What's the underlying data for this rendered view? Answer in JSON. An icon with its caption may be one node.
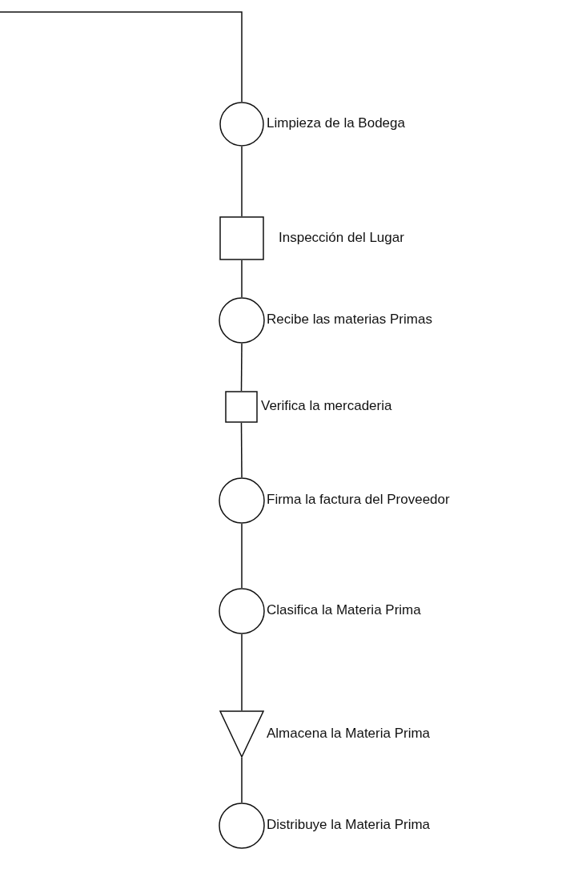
{
  "diagram": {
    "nodes": [
      {
        "text": [],
        "shape": "circle",
        "beside": [
          "Limpieza de la Bodega"
        ]
      },
      {
        "text": [],
        "shape": "box",
        "beside": [
          "Inspección del Lugar"
        ]
      },
      {
        "text": [],
        "shape": "circle",
        "beside": [
          "Recibe las materias Primas"
        ]
      },
      {
        "text": [],
        "shape": "box",
        "beside": [
          "Verifica la mercaderia"
        ]
      },
      {
        "text": [],
        "shape": "circle",
        "beside": [
          "Firma la factura del Proveedor"
        ]
      },
      {
        "text": [],
        "shape": "circle",
        "beside": [
          "Clasifica la Materia Prima"
        ]
      },
      {
        "text": [],
        "shape": "triangle",
        "beside": [
          "Almacena la Materia Prima"
        ]
      },
      {
        "text": [],
        "shape": "circle",
        "beside": [
          "Distribuye la Materia Prima"
        ]
      }
    ],
    "edges": [
      {
        "from": null,
        "to": 0,
        "arrow": "none"
      },
      {
        "from": 0,
        "to": 1,
        "arrow": "none"
      },
      {
        "from": 1,
        "to": 2,
        "arrow": "none"
      },
      {
        "from": 2,
        "to": 3,
        "arrow": "none"
      },
      {
        "from": 3,
        "to": 4,
        "arrow": "none"
      },
      {
        "from": 4,
        "to": 5,
        "arrow": "none"
      },
      {
        "from": 5,
        "to": 6,
        "arrow": "none"
      },
      {
        "from": 6,
        "to": 7,
        "arrow": "none"
      }
    ]
  }
}
